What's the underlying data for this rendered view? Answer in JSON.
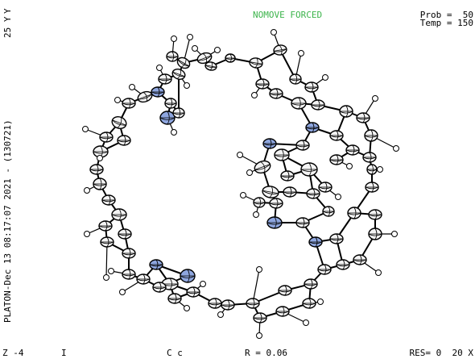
{
  "header": {
    "mode": "NOMOVE FORCED",
    "prob_line": "Prob =  50",
    "temp_line": "Temp = 150"
  },
  "side": {
    "platon_stamp": "PLATON-Dec 13 08:17:07 2021 - (130721)",
    "axis_y": "Y",
    "rotation_y": "25 Y"
  },
  "footer": {
    "z_value": "Z -4",
    "centering": "I",
    "space_group": "C c",
    "r_factor": "R = 0.06",
    "resolution": "RES= 0  20 X"
  },
  "colors": {
    "carbon_fill": "#f4f4f4",
    "nitrogen_fill": "#8ea6df",
    "bond": "#000000",
    "status_text": "#3cb44b"
  }
}
